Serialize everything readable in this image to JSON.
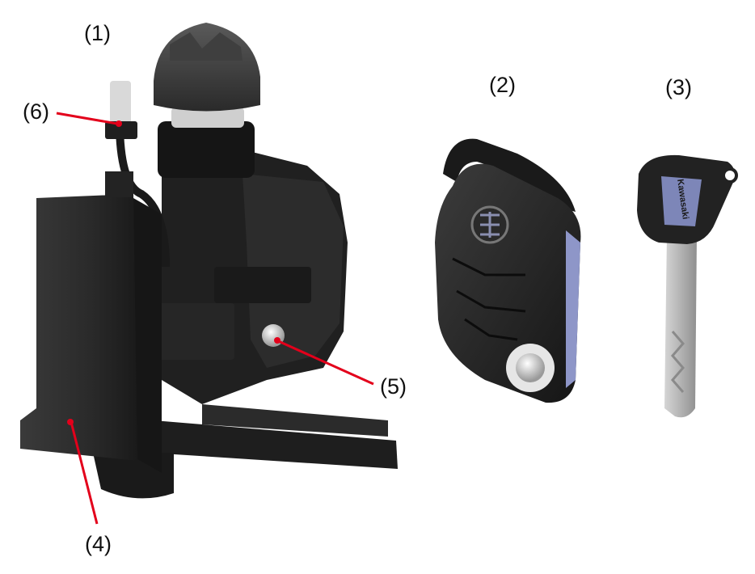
{
  "callouts": {
    "c1": "(1)",
    "c2": "(2)",
    "c3": "(3)",
    "c4": "(4)",
    "c5": "(5)",
    "c6": "(6)"
  },
  "logos": {
    "key_brand": "Kawasaki"
  },
  "colors": {
    "leader_line": "#e3001b",
    "body_dark": "#1c1c1c",
    "body_mid": "#2f2f2f",
    "metal": "#c8c8c8",
    "key_blade": "#b9b9b9",
    "key_badge": "#7d86b8"
  },
  "icons": [
    "ignition-switch-assembly",
    "smart-key-fob",
    "mechanical-key",
    "control-unit-box",
    "push-button",
    "connector"
  ]
}
